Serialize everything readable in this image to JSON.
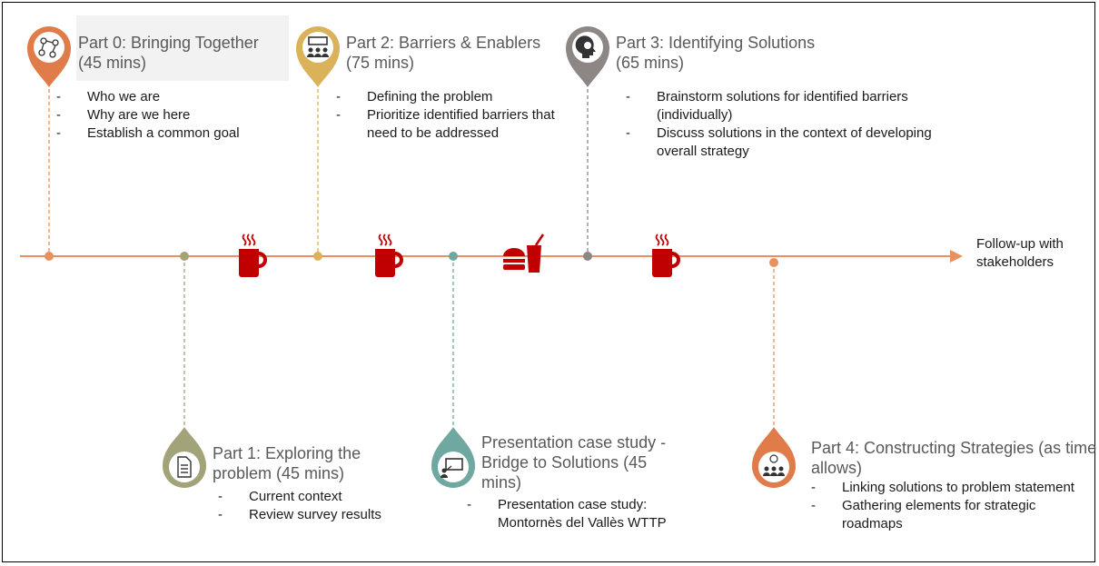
{
  "parts": [
    {
      "id": "part0",
      "title_line1": "Part 0: Bringing Together",
      "title_line2": "(45 mins)",
      "color": "#e07b4a",
      "icon": "people-network-icon",
      "bullets": [
        "Who we are",
        "Why are we here",
        "Establish a common goal"
      ]
    },
    {
      "id": "part2",
      "title_line1": "Part 2: Barriers & Enablers",
      "title_line2": "(75 mins)",
      "color": "#d9b25a",
      "icon": "audience-presentation-icon",
      "bullets": [
        "Defining the problem",
        "Prioritize identified barriers that need to be addressed"
      ]
    },
    {
      "id": "part3",
      "title_line1": "Part 3: Identifying Solutions",
      "title_line2": "(65 mins)",
      "color": "#8c8785",
      "icon": "head-brain-icon",
      "bullets": [
        "Brainstorm solutions for identified barriers (individually)",
        "Discuss solutions in the context of developing overall strategy"
      ]
    },
    {
      "id": "part1",
      "title_line1": "Part 1: Exploring the",
      "title_line2": "problem (45 mins)",
      "color": "#a3a37a",
      "icon": "document-icon",
      "bullets": [
        "Current context",
        "Review survey results"
      ]
    },
    {
      "id": "presentation",
      "title_line1": "Presentation case study -",
      "title_line2": "Bridge to Solutions (45",
      "title_line3": "mins)",
      "color": "#6fa8a0",
      "icon": "presenter-board-icon",
      "bullets": [
        "Presentation case study: Montornès del Vallès WTTP"
      ]
    },
    {
      "id": "part4",
      "title_line1": "Part 4: Constructing Strategies (as time",
      "title_line2": "allows)",
      "color": "#e07b4a",
      "icon": "team-idea-icon",
      "bullets": [
        "Linking solutions to problem statement",
        "Gathering elements for strategic roadmaps"
      ]
    }
  ],
  "followup": "Follow-up with stakeholders",
  "colors": {
    "timeline": "#e8905e",
    "break": "#c00000"
  }
}
